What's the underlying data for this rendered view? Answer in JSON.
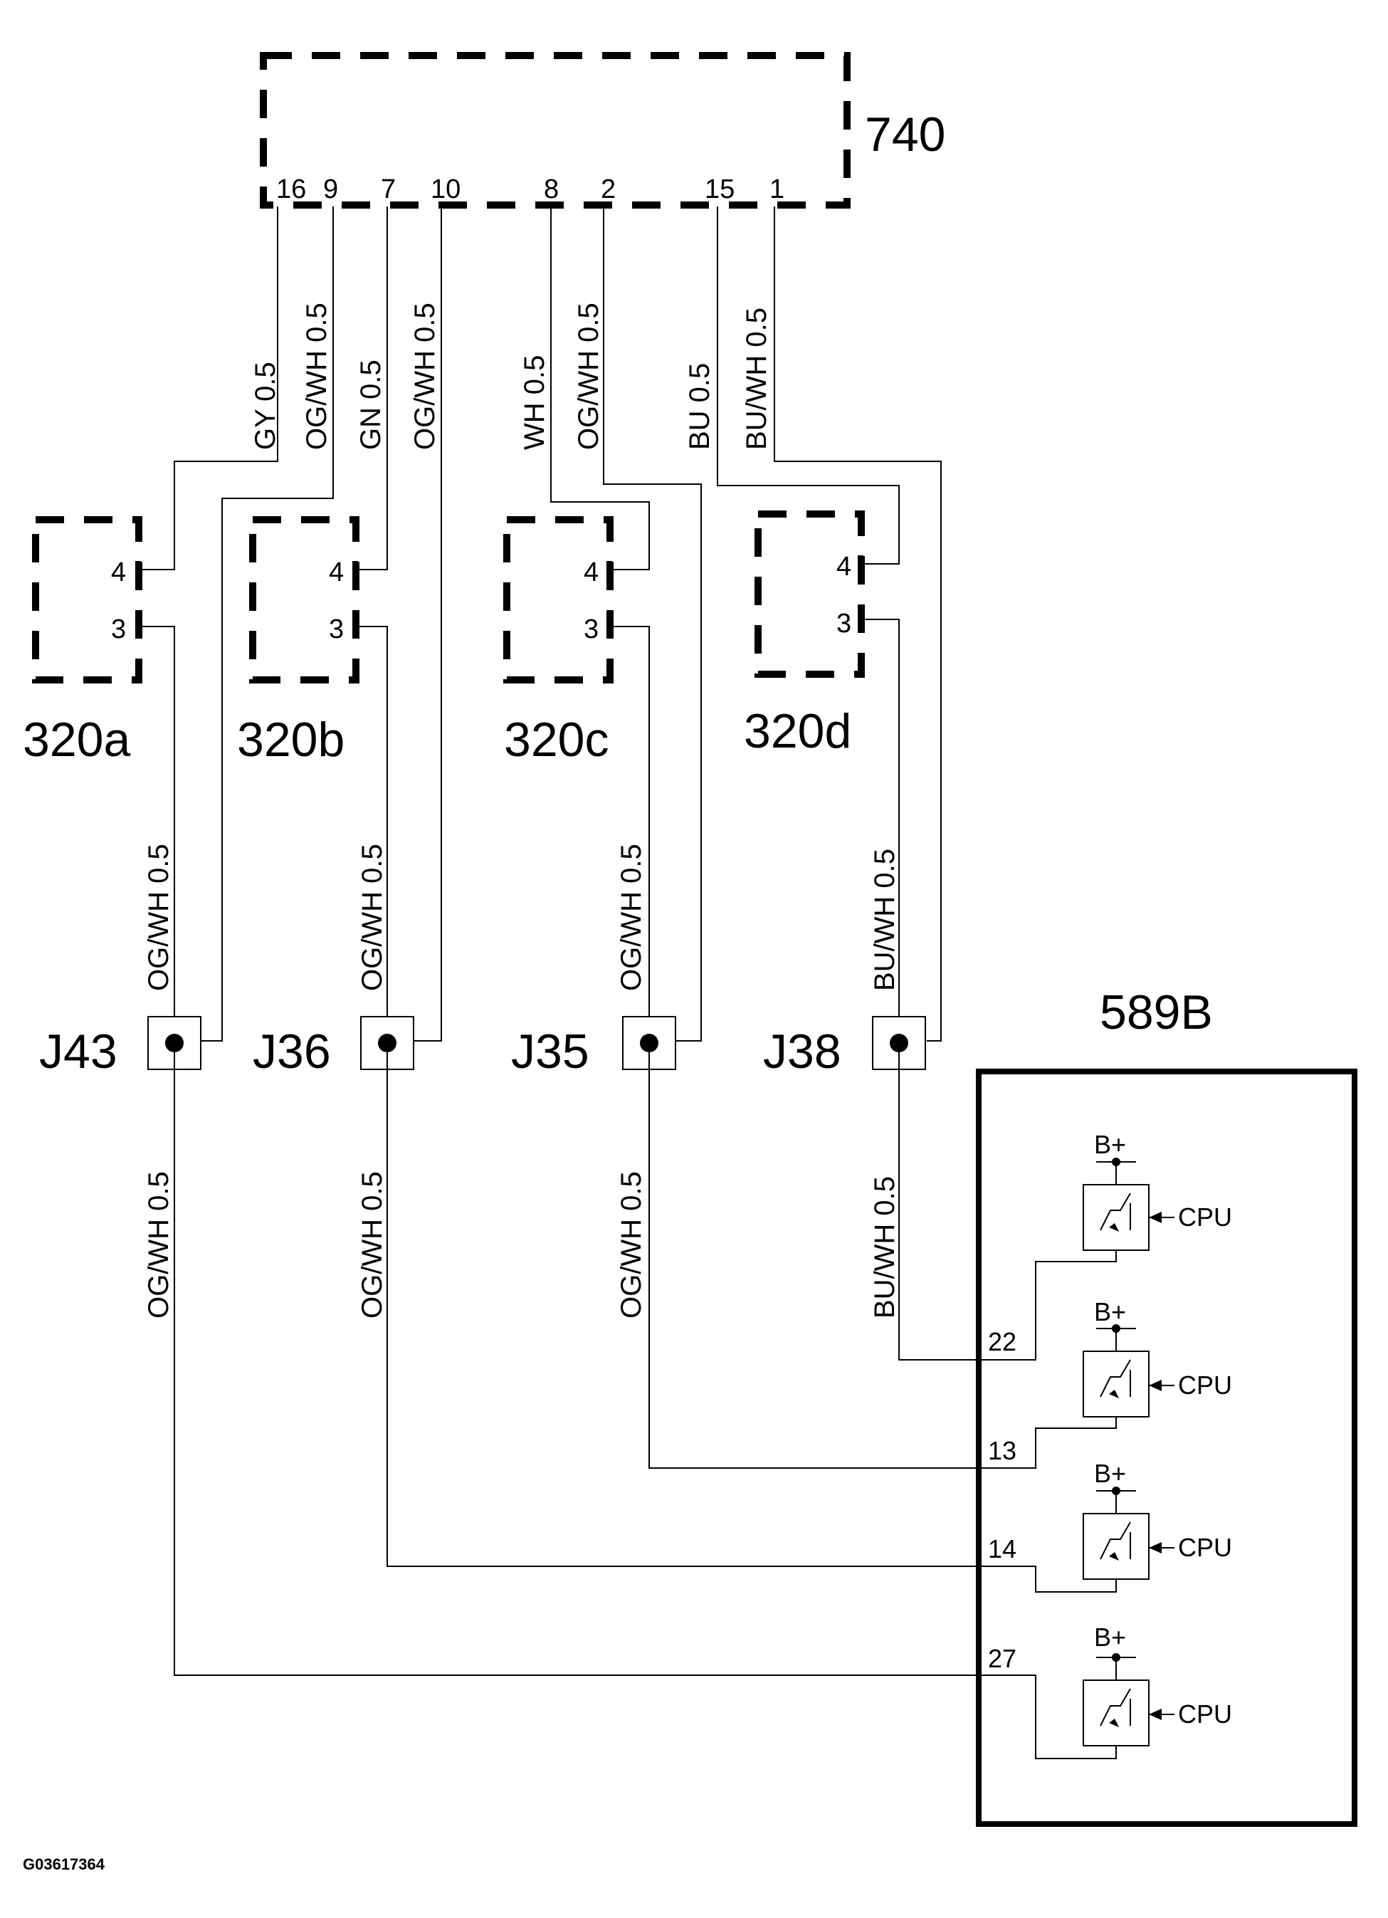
{
  "module_740": {
    "label": "740",
    "pins": [
      "16",
      "9",
      "7",
      "10",
      "8",
      "2",
      "15",
      "1"
    ]
  },
  "wire_labels": {
    "pin16": "GY  0.5",
    "pin9": "OG/WH  0.5",
    "pin7": "GN  0.5",
    "pin10": "OG/WH  0.5",
    "pin8": "WH  0.5",
    "pin2": "OG/WH  0.5",
    "pin15": "BU  0.5",
    "pin1": "BU/WH  0.5",
    "j43_upper": "OG/WH  0.5",
    "j36_upper": "OG/WH  0.5",
    "j35_upper": "OG/WH  0.5",
    "j38_upper": "BU/WH  0.5",
    "j43_lower": "OG/WH  0.5",
    "j36_lower": "OG/WH  0.5",
    "j35_lower": "OG/WH  0.5",
    "j38_lower": "BU/WH  0.5"
  },
  "components": {
    "c320a": {
      "label": "320a",
      "pin_top": "4",
      "pin_bottom": "3"
    },
    "c320b": {
      "label": "320b",
      "pin_top": "4",
      "pin_bottom": "3"
    },
    "c320c": {
      "label": "320c",
      "pin_top": "4",
      "pin_bottom": "3"
    },
    "c320d": {
      "label": "320d",
      "pin_top": "4",
      "pin_bottom": "3"
    }
  },
  "splices": {
    "j43": "J43",
    "j36": "J36",
    "j35": "J35",
    "j38": "J38"
  },
  "module_589b": {
    "label": "589B",
    "drivers": [
      {
        "supply": "B+",
        "input": "CPU",
        "pin": "22"
      },
      {
        "supply": "B+",
        "input": "CPU",
        "pin": "13"
      },
      {
        "supply": "B+",
        "input": "CPU",
        "pin": "14"
      },
      {
        "supply": "B+",
        "input": "CPU",
        "pin": "27"
      }
    ]
  },
  "footer": {
    "code": "G03617364"
  }
}
